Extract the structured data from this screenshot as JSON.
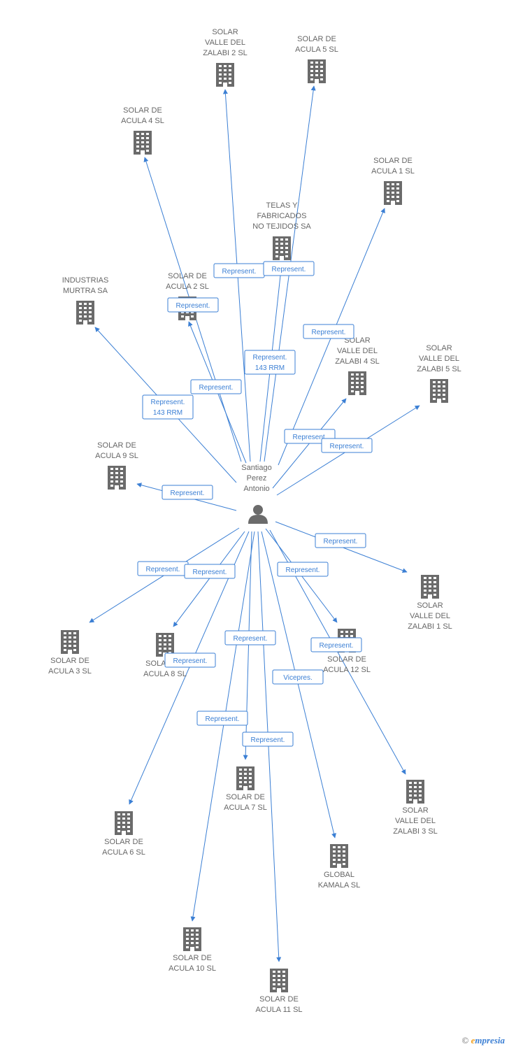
{
  "center": {
    "lines": [
      "Santiago",
      "Perez",
      "Antonio"
    ],
    "icon": "person-icon"
  },
  "companies": [
    {
      "id": "valle-zalabi-2",
      "lines": [
        "SOLAR",
        "VALLE DEL",
        "ZALABI 2 SL"
      ]
    },
    {
      "id": "acula-5",
      "lines": [
        "SOLAR DE",
        "ACULA 5 SL"
      ]
    },
    {
      "id": "acula-4",
      "lines": [
        "SOLAR DE",
        "ACULA 4 SL"
      ]
    },
    {
      "id": "acula-1",
      "lines": [
        "SOLAR DE",
        "ACULA 1 SL"
      ]
    },
    {
      "id": "telas-fabricados",
      "lines": [
        "TELAS Y",
        "FABRICADOS",
        "NO TEJIDOS SA"
      ]
    },
    {
      "id": "industrias-murtra",
      "lines": [
        "INDUSTRIAS",
        "MURTRA SA"
      ]
    },
    {
      "id": "acula-2",
      "lines": [
        "SOLAR DE",
        "ACULA 2 SL"
      ]
    },
    {
      "id": "valle-zalabi-4",
      "lines": [
        "SOLAR",
        "VALLE DEL",
        "ZALABI 4 SL"
      ]
    },
    {
      "id": "valle-zalabi-5",
      "lines": [
        "SOLAR",
        "VALLE DEL",
        "ZALABI 5 SL"
      ]
    },
    {
      "id": "acula-9",
      "lines": [
        "SOLAR DE",
        "ACULA 9 SL"
      ]
    },
    {
      "id": "valle-zalabi-1",
      "lines": [
        "SOLAR",
        "VALLE DEL",
        "ZALABI 1 SL"
      ]
    },
    {
      "id": "acula-3",
      "lines": [
        "SOLAR DE",
        "ACULA 3 SL"
      ]
    },
    {
      "id": "acula-8",
      "lines": [
        "SOLAR DE",
        "ACULA 8 SL"
      ]
    },
    {
      "id": "acula-12",
      "lines": [
        "SOLAR DE",
        "ACULA 12 SL"
      ]
    },
    {
      "id": "acula-7",
      "lines": [
        "SOLAR DE",
        "ACULA 7 SL"
      ]
    },
    {
      "id": "valle-zalabi-3",
      "lines": [
        "SOLAR",
        "VALLE DEL",
        "ZALABI 3 SL"
      ]
    },
    {
      "id": "acula-6",
      "lines": [
        "SOLAR DE",
        "ACULA 6 SL"
      ]
    },
    {
      "id": "global-kamala",
      "lines": [
        "GLOBAL",
        "KAMALA SL"
      ]
    },
    {
      "id": "acula-10",
      "lines": [
        "SOLAR DE",
        "ACULA 10 SL"
      ]
    },
    {
      "id": "acula-11",
      "lines": [
        "SOLAR DE",
        "ACULA 11 SL"
      ]
    }
  ],
  "edges": [
    {
      "to": "valle-zalabi-2",
      "label": [
        "Represent."
      ]
    },
    {
      "to": "acula-5",
      "label": [
        "Represent."
      ]
    },
    {
      "to": "acula-4",
      "label": [
        "Represent."
      ]
    },
    {
      "to": "acula-1",
      "label": [
        "Represent."
      ]
    },
    {
      "to": "telas-fabricados",
      "label": [
        "Represent.",
        "143 RRM"
      ]
    },
    {
      "to": "industrias-murtra",
      "label": [
        "Represent.",
        "143 RRM"
      ]
    },
    {
      "to": "acula-2",
      "label": [
        "Represent."
      ]
    },
    {
      "to": "valle-zalabi-4",
      "label": [
        "Represent."
      ]
    },
    {
      "to": "valle-zalabi-5",
      "label": [
        "Represent."
      ]
    },
    {
      "to": "acula-9",
      "label": [
        "Represent."
      ]
    },
    {
      "to": "valle-zalabi-1",
      "label": [
        "Represent."
      ]
    },
    {
      "to": "acula-3",
      "label": [
        "Represent."
      ]
    },
    {
      "to": "acula-8",
      "label": [
        "Represent."
      ]
    },
    {
      "to": "acula-12",
      "label": [
        "Represent."
      ]
    },
    {
      "to": "acula-7",
      "label": [
        "Represent."
      ]
    },
    {
      "to": "valle-zalabi-3",
      "label": [
        "Represent."
      ]
    },
    {
      "to": "acula-6",
      "label": [
        "Represent."
      ]
    },
    {
      "to": "global-kamala",
      "label": [
        "Vicepres."
      ]
    },
    {
      "to": "acula-10",
      "label": [
        "Represent."
      ]
    },
    {
      "to": "acula-11",
      "label": [
        "Represent."
      ]
    }
  ],
  "footer": {
    "copyright_symbol": "©",
    "brand_initial": "e",
    "brand_rest": "mpresia"
  },
  "colors": {
    "edge": "#3b7fd4",
    "icon": "#6b6b6b",
    "label": "#666666"
  }
}
